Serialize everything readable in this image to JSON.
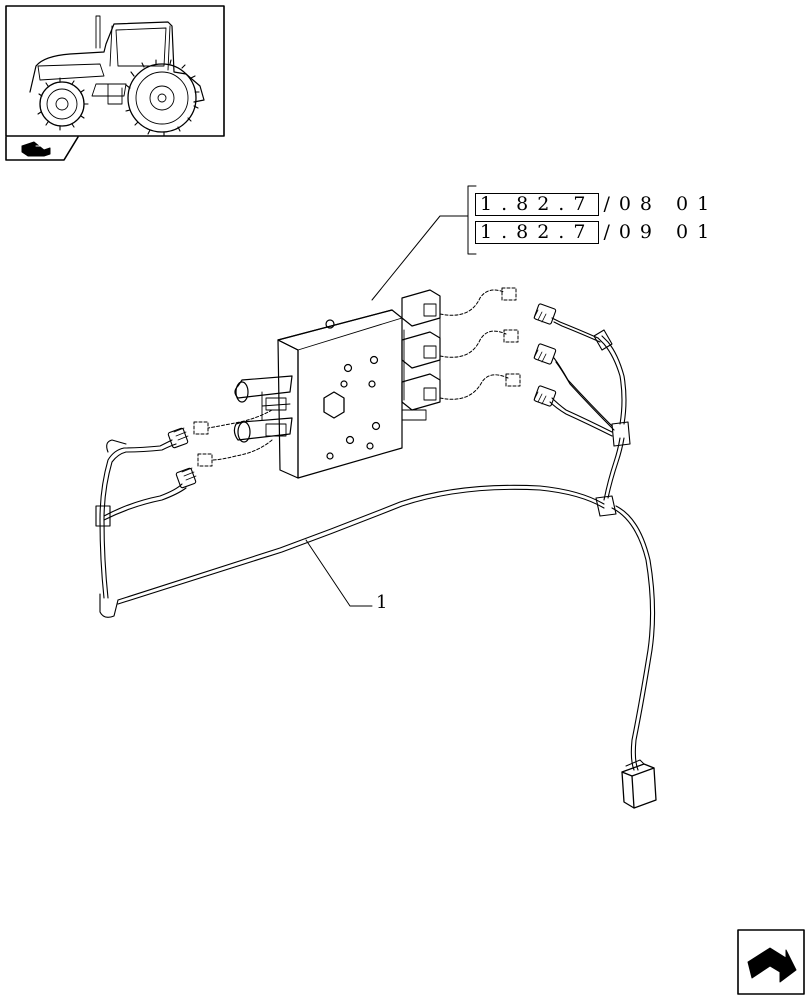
{
  "references": [
    {
      "code": "1.82.7",
      "suffix": "/08 01"
    },
    {
      "code": "1.82.7",
      "suffix": "/09 01"
    }
  ],
  "callouts": [
    {
      "label": "1"
    }
  ],
  "icons": {
    "thumbnail": "tractor-thumbnail-icon",
    "section": "section-marker-icon",
    "navigation": "next-page-arrow-icon"
  }
}
